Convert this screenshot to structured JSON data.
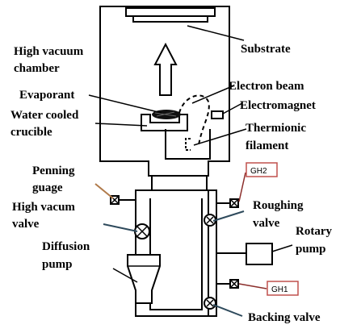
{
  "labels": {
    "substrate": "Substrate",
    "high_vacuum_chamber_line1": "High vacuum",
    "high_vacuum_chamber_line2": "chamber",
    "evaporant": "Evaporant",
    "water_cooled_line1": "Water cooled",
    "water_cooled_line2": "crucible",
    "electron_beam": "Electron beam",
    "electromagnet": "Electromagnet",
    "thermionic_line1": "Thermionic",
    "thermionic_line2": "filament",
    "penning_line1": "Penning",
    "penning_line2": "guage",
    "high_vacum_valve_line1": "High vacum",
    "high_vacum_valve_line2": "valve",
    "roughing_line1": "Roughing",
    "roughing_line2": "valve",
    "rotary_line1": "Rotary",
    "rotary_line2": "pump",
    "diffusion_line1": "Diffusion",
    "diffusion_line2": "pump",
    "backing_valve": "Backing valve"
  },
  "gauges": {
    "gh2": "GH2",
    "gh1": "GH1"
  },
  "colors": {
    "line": "#000000",
    "leader_blue": "#2e4a5c",
    "penning_leader": "#b07a4a",
    "gauge_box_border": "#c0504d"
  }
}
